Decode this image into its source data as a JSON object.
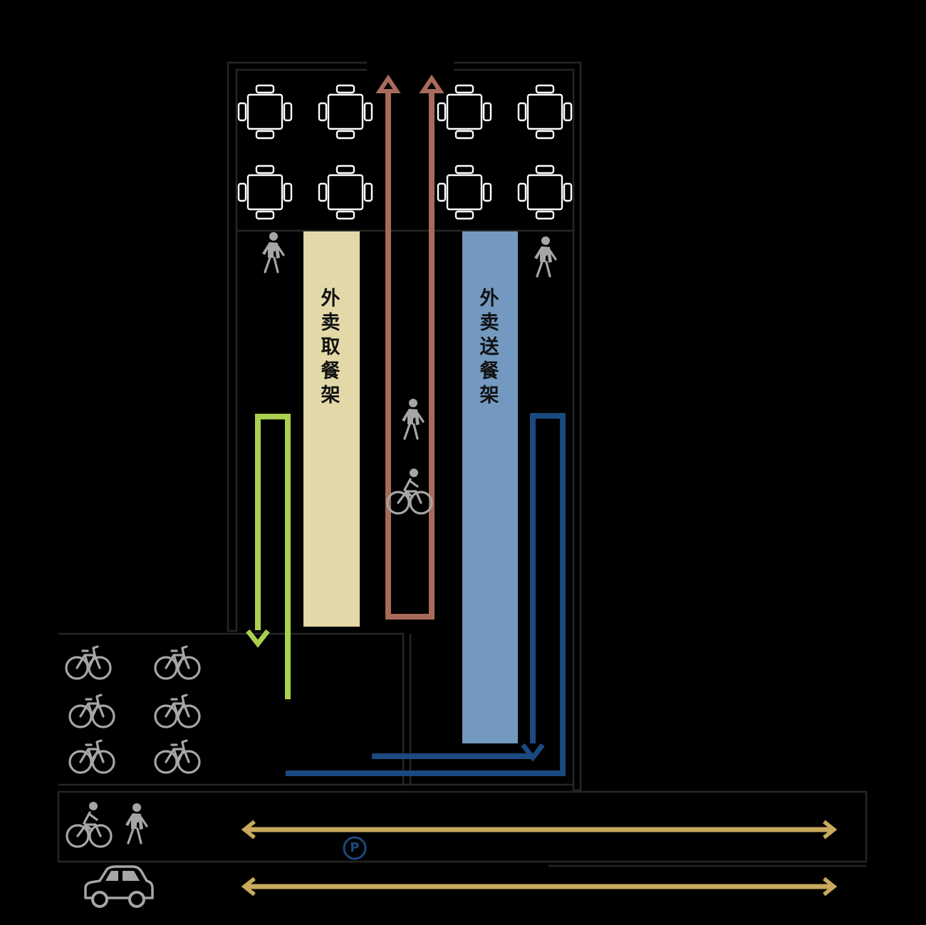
{
  "labels": {
    "pickup_shelf": "外卖取餐架",
    "delivery_shelf": "外卖送餐架"
  },
  "colors": {
    "background": "#000000",
    "pickup_shelf": "#e3d9a8",
    "delivery_shelf": "#7399c0",
    "route_rider_inside": "#a86b5a",
    "route_pickup_exit": "#a9d04e",
    "route_delivery_exit": "#1b4a80",
    "road_flow": "#c9a95c",
    "icons": "#a6a6a6",
    "parking_sign": "#1b4a80"
  },
  "icons": {
    "dining_table": "dining-table-icon",
    "pedestrian": "pedestrian-icon",
    "cyclist": "cyclist-icon",
    "bicycle": "bicycle-icon",
    "car": "car-icon",
    "parking": "parking-icon",
    "parking_letter": "P"
  }
}
